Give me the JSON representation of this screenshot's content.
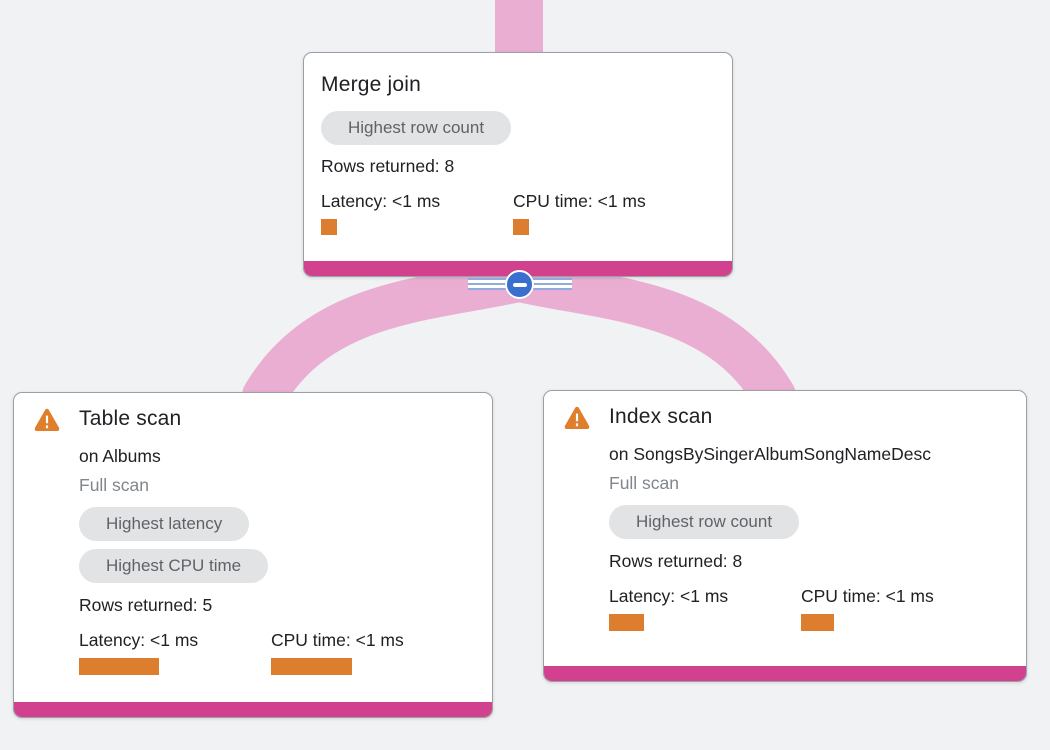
{
  "colors": {
    "background": "#f1f2f4",
    "edge_pink": "#ebaed3",
    "node_bar_magenta": "#d2418e",
    "metric_bar_orange": "#dd7e2e",
    "warning_orange": "#df7f2b",
    "collapse_blue": "#3a6ecf",
    "stripe_blue": "#93aadf",
    "pill_bg": "#e1e3e5",
    "pill_text": "#5f6368",
    "text_primary": "#202124",
    "text_secondary": "#80868b"
  },
  "nodes": {
    "merge_join": {
      "title": "Merge join",
      "badges": [
        "Highest row count"
      ],
      "rows_returned": "Rows returned: 8",
      "latency": {
        "label": "Latency: <1 ms",
        "bar_style": "width:16px;height:16px"
      },
      "cpu": {
        "label": "CPU time: <1 ms",
        "bar_style": "width:16px;height:16px"
      }
    },
    "table_scan": {
      "title": "Table scan",
      "subtitle": "on Albums",
      "scan_type": "Full scan",
      "badges": [
        "Highest latency",
        "Highest CPU time"
      ],
      "rows_returned": "Rows returned: 5",
      "latency": {
        "label": "Latency: <1 ms",
        "bar_style": "width:80px;height:17px"
      },
      "cpu": {
        "label": "CPU time: <1 ms",
        "bar_style": "width:81px;height:17px"
      }
    },
    "index_scan": {
      "title": "Index scan",
      "subtitle": "on SongsBySingerAlbumSongNameDesc",
      "scan_type": "Full scan",
      "badges": [
        "Highest row count"
      ],
      "rows_returned": "Rows returned: 8",
      "latency": {
        "label": "Latency: <1 ms",
        "bar_style": "width:35px;height:17px"
      },
      "cpu": {
        "label": "CPU time: <1 ms",
        "bar_style": "width:33px;height:17px"
      }
    }
  }
}
